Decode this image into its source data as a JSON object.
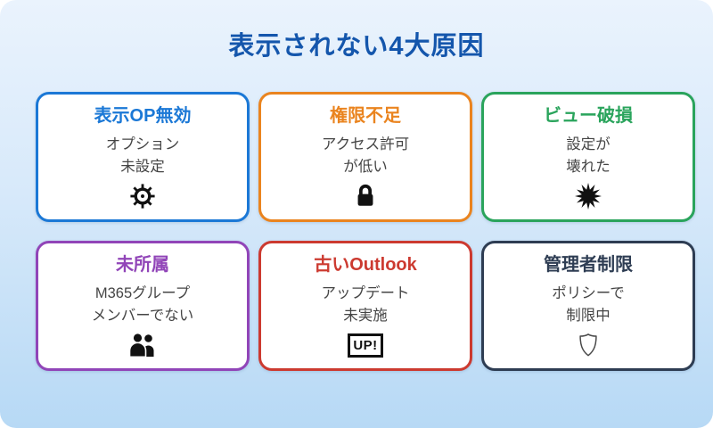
{
  "page": {
    "title": "表示されない4大原因",
    "title_color": "#1456AC",
    "background_top": "#EAF3FD",
    "background_bottom": "#B7D9F5"
  },
  "cards": [
    {
      "title": "表示OP無効",
      "lines": [
        "オプション",
        "未設定"
      ],
      "icon": "gear-icon",
      "color": "#1B78D6"
    },
    {
      "title": "権限不足",
      "lines": [
        "アクセス許可",
        "が低い"
      ],
      "icon": "lock-icon",
      "color": "#EA841F"
    },
    {
      "title": "ビュー破損",
      "lines": [
        "設定が",
        "壊れた"
      ],
      "icon": "burst-icon",
      "color": "#2AA45C"
    },
    {
      "title": "未所属",
      "lines": [
        "M365グループ",
        "メンバーでない"
      ],
      "icon": "people-icon",
      "color": "#9145B8"
    },
    {
      "title": "古いOutlook",
      "lines": [
        "アップデート",
        "未実施"
      ],
      "icon": "up-badge-icon",
      "icon_label": "UP!",
      "color": "#CC3A30"
    },
    {
      "title": "管理者制限",
      "lines": [
        "ポリシーで",
        "制限中"
      ],
      "icon": "shield-icon",
      "color": "#2E3D53"
    }
  ]
}
